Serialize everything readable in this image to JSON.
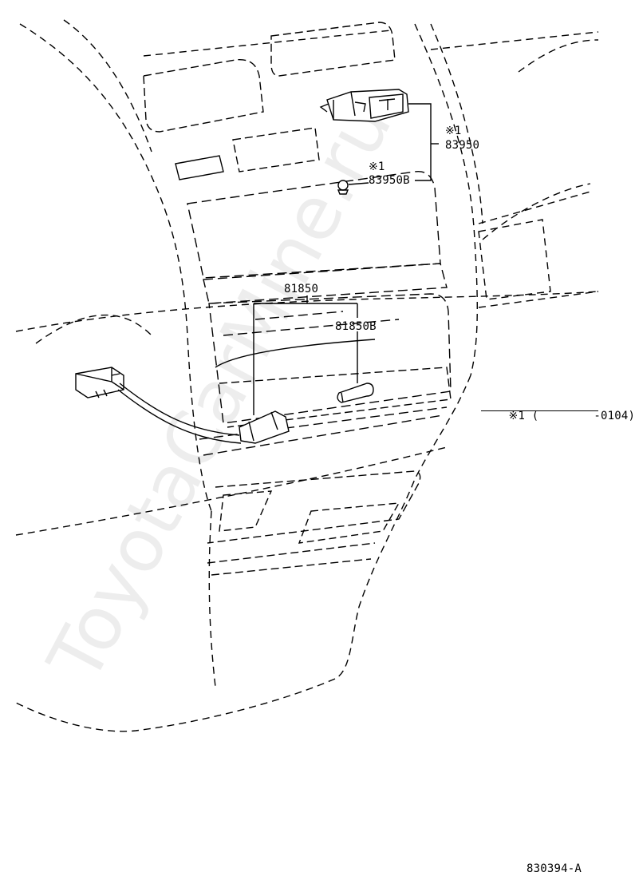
{
  "watermark": "ToyotaCarMine.ru",
  "diagram_code": "830394-A",
  "callouts": {
    "part_83950_note": "※1",
    "part_83950": "83950",
    "part_83950b_note": "※1",
    "part_83950b": "83950B",
    "part_81850": "81850",
    "part_81850b": "81850B"
  },
  "footnote": {
    "mark": "※1",
    "range": "(        -0104)"
  },
  "colors": {
    "line": "#000000",
    "background": "#ffffff"
  }
}
